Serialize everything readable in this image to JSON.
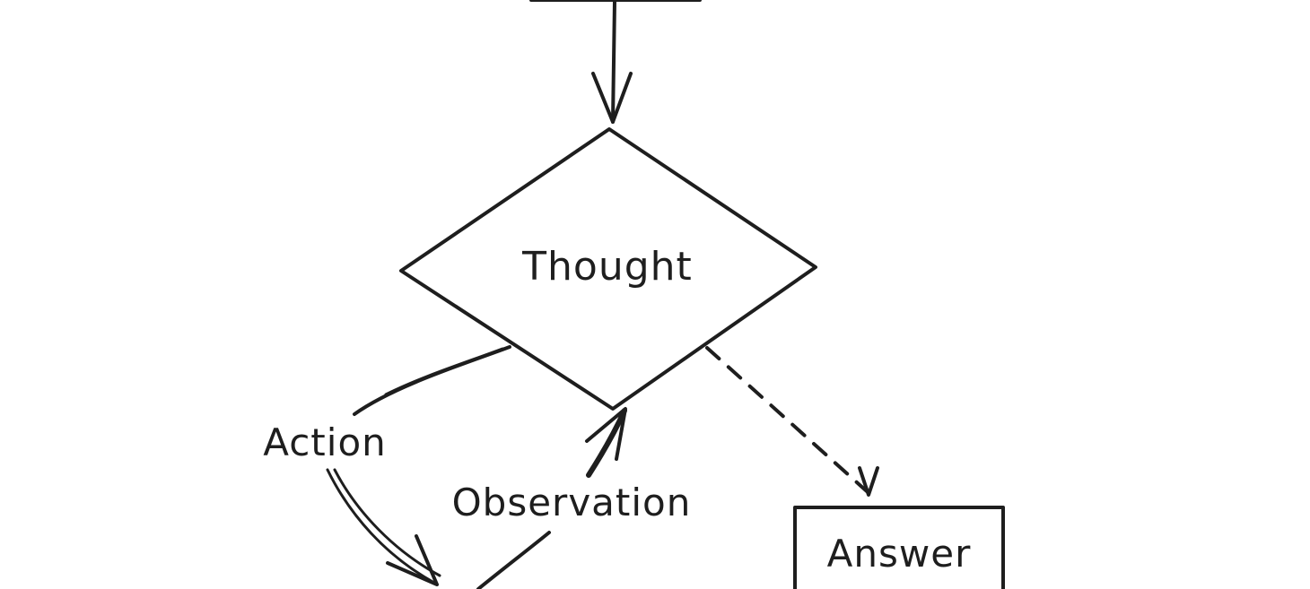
{
  "nodes": {
    "thought": {
      "label": "Thought",
      "shape": "diamond"
    },
    "answer": {
      "label": "Answer",
      "shape": "rectangle"
    }
  },
  "edges": {
    "action": {
      "label": "Action",
      "style": "solid"
    },
    "observation": {
      "label": "Observation",
      "style": "solid"
    },
    "to_answer": {
      "label": "",
      "style": "dashed"
    }
  },
  "colors": {
    "stroke": "#1e1e1e",
    "background": "#ffffff"
  }
}
